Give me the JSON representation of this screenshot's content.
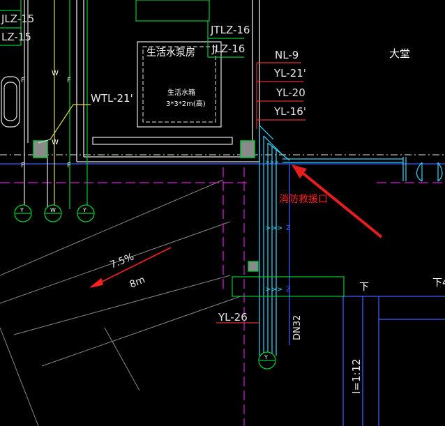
{
  "colors": {
    "background": "#000000",
    "green": "#00cc33",
    "wall_white": "#e6e6e6",
    "yellow": "#d8d84a",
    "cyan": "#33d6ff",
    "blue": "#3b5bff",
    "magenta": "#d81ad8",
    "red": "#ff2020",
    "grey": "#8a8a8a",
    "label_line_red": "#e03030"
  },
  "labels": {
    "jlz15": "JLZ-15",
    "jlz15_2": "LZ-15",
    "jtlz16a": "JTLZ-16",
    "jlz16b": "JLZ-16",
    "pump_room": "生活水泵房",
    "tank_title": "生活水箱",
    "tank_size": "3*3*2m(高)",
    "wtl21": "WTL-21'",
    "nl9": "NL-9",
    "yl21": "YL-21'",
    "yl20": "YL-20",
    "yl16": "YL-16'",
    "lobby": "大堂",
    "fire_elevator": "消防救援口",
    "slope": "7.5%",
    "length": "8m",
    "yl26": "YL-26",
    "dn32": "DN32",
    "ratio": "I=1:12",
    "down1": "下",
    "down2": "下4",
    "pipe_w": "W",
    "pipe_f": "F",
    "pipe_z": "Z",
    "valve_y": "Y"
  }
}
